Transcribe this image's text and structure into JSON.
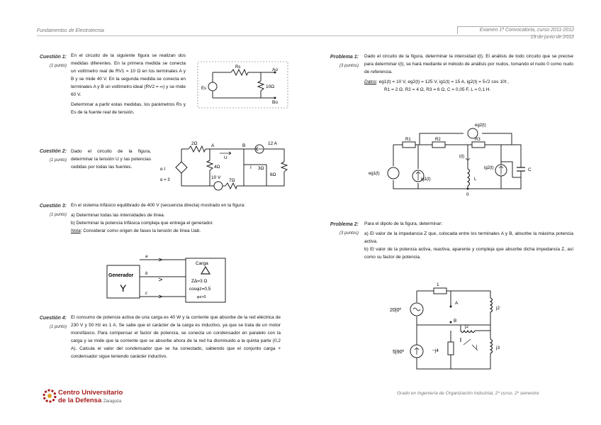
{
  "header": {
    "left": "Fundamentos de Electrotecnia",
    "right_line1": "Examen 1ª Convocatoria, curso 2011-2012",
    "right_line2": "19 de junio de 2012"
  },
  "questions": [
    {
      "label": "Cuestión 1:",
      "points": "(1 punto)",
      "p1": "En el circuito de la siguiente figura se realizan dos medidas diferentes. En la primera medida se conecta un voltímetro real de RV1 = 10 Ω en los terminales A y B y se mide 40 V. En la segunda medida se conecta en terminales A y B un voltímetro ideal (RV2 = ∞) y se mide 60 V.",
      "p2": "Determinar a partir estas medidas, los parámetros Rs y Es de la fuente real de tensión."
    },
    {
      "label": "Cuestión 2:",
      "points": "(1 punto)",
      "p1": "Dado el circuito de la figura, determinar la tensión U y las potencias cedidas por todas las fuentes."
    },
    {
      "label": "Cuestión 3:",
      "points": "(1 punto)",
      "p1": "En el sistema trifásico equilibrado de 400 V (secuencia directa) mostrado en la figura:",
      "a": "a) Determinar todas las intensidades de línea.",
      "b": "b) Determinar la potencia trifásica compleja que entrega el generador.",
      "note_label": "Nota",
      "note": ": Considerar como origen de fases la tensión de línea Uab."
    },
    {
      "label": "Cuestión 4:",
      "points": "(1 punto)",
      "p1": "El consumo de potencia activa de una carga es 40 W y la corriente que absorbe de la red eléctrica de 230 V y 50 Hz es 1 A. Se sabe que el carácter de la carga es inductivo, ya que se trata de un motor monofásico. Para compensar el factor de potencia, se conecta un condensador en paralelo con la carga y se mide que la corriente que se absorbe ahora de la red ha disminuido a la quinta parte (0,2 A). Calcula el valor del condensador que se ha conectado, sabiendo que el conjunto carga + condensador sigue teniendo carácter inductivo."
    }
  ],
  "problems": [
    {
      "label": "Problema 1:",
      "points": "(3 puntos)",
      "p1": "Dado el circuito de la figura, determinar la intensidad i(t). El análisis de todo circuito que se precise para determinar i(t), se hará mediante el método de análisis por nudos, tomando el nudo 0 como nudo de referencia.",
      "data_label": "Datos",
      "data1": ": eg1(t) = 10 V, eg2(t) = 125 V, ig1(t) = 15 A, ig2(t) = 5√2 cos 10t ,",
      "data2": "R1 = 2 Ω, R2 = 4 Ω, R3 = 6 Ω, C = 0,05 F, L = 0,1 H."
    },
    {
      "label": "Problema 2:",
      "points": "(3 puntos)",
      "p1": "Para el dipolo de la figura, determinar:",
      "a": "a) El valor de la impedancia Z que, colocada entre los terminales A y B, absorbe la máxima potencia activa.",
      "b": "b) El valor de la potencia activa, reactiva, aparente y compleja que absorbe dicha impedancia Z, así como su factor de potencia."
    }
  ],
  "footer": {
    "right": "Grado en Ingeniería de Organización Industrial, 2º curso, 2º semestre",
    "logo_line1": "Centro Universitario",
    "logo_line2": "de la Defensa",
    "logo_city": "Zaragoza"
  },
  "fig1": {
    "rs": "Rs",
    "es": "Es",
    "a": "Ao",
    "b": "Bo",
    "r": "10Ω"
  },
  "fig2": {
    "r2": "2Ω",
    "a": "A",
    "b": "B",
    "u": "U",
    "i12": "12 A",
    "ai": "α·I",
    "alpha": "α = 3",
    "r4": "4Ω",
    "v10": "10 V",
    "r7": "7Ω",
    "i": "I",
    "r3": "3Ω",
    "r6": "6Ω"
  },
  "fig3": {
    "gen": "Generador",
    "y": "Y",
    "carga": "Carga",
    "a": "a",
    "b": "b",
    "c": "c",
    "z": "ZΔ=3 Ω",
    "cos": "cosφz=0,5",
    "phi": "φz>0"
  },
  "fig4": {
    "eg2": "eg2(t)",
    "r1": "R1",
    "r2": "R2",
    "r3": "R3",
    "it": "i(t)",
    "eg1": "eg1(t)",
    "ig1": "ig1(t)",
    "l": "L",
    "ig2": "ig2(t)",
    "c": "C",
    "n0": "0"
  },
  "fig5": {
    "one": "1",
    "a": "A",
    "j2a": "j2",
    "v1": "20|0º",
    "b": "B",
    "j2b": "j2",
    "v2": "5|90º",
    "mj4": "−j4",
    "j": "j",
    "j3": "j3"
  }
}
